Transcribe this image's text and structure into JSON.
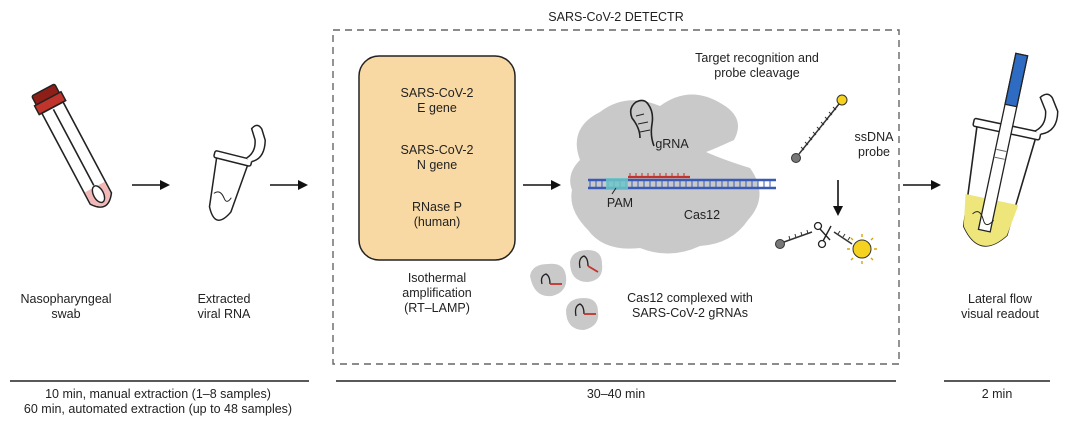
{
  "title": "SARS-CoV-2 DETECTR",
  "steps": {
    "swab": [
      "Nasopharyngeal",
      "swab"
    ],
    "rna": [
      "Extracted",
      "viral RNA"
    ],
    "lamp": [
      "Isothermal",
      "amplification",
      "(RT–LAMP)"
    ],
    "complex": [
      "Cas12 complexed with",
      "SARS-CoV-2 gRNAs"
    ],
    "readout": [
      "Lateral flow",
      "visual readout"
    ]
  },
  "targets": [
    [
      "SARS-CoV-2",
      "E gene"
    ],
    [
      "SARS-CoV-2",
      "N gene"
    ],
    [
      "RNase P",
      "(human)"
    ]
  ],
  "recognition": [
    "Target recognition and",
    "probe cleavage"
  ],
  "probe": [
    "ssDNA",
    "probe"
  ],
  "labels": {
    "grna": "gRNA",
    "pam": "PAM",
    "cas12": "Cas12"
  },
  "timeline": {
    "extraction": [
      "10 min, manual extraction (1–8 samples)",
      "60 min, automated extraction (up to 48 samples)"
    ],
    "detectr": "30–40 min",
    "readout": "2 min"
  },
  "colors": {
    "amplification_box": "#f9d9a3",
    "cap": "#c0342b",
    "swab_tip": "#f3b7b7",
    "dna_blue": "#3a5bb5",
    "pam_teal": "#6cc5c8",
    "grna_red": "#c0342b",
    "fluor_yellow": "#f5d21f",
    "strip_blue": "#2e6cc4",
    "readout_fluid": "#eee67a",
    "protein_gray": "#c9c9c9"
  }
}
